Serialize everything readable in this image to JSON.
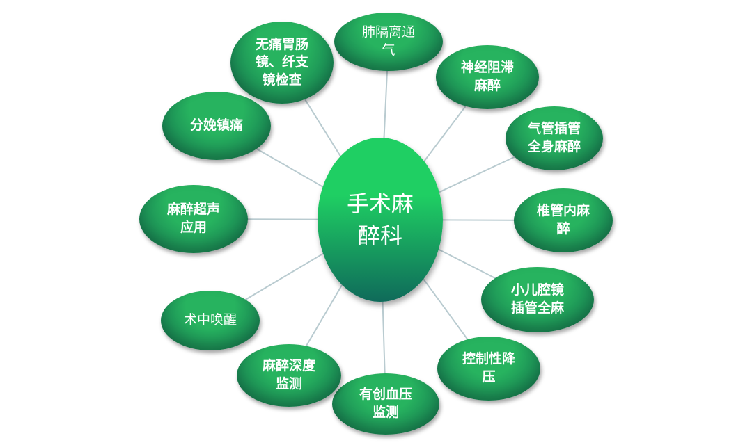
{
  "colors": {
    "node_top": "#27b35f",
    "node_bottom": "#116b4c",
    "center_top": "#1fcf63",
    "center_bottom": "#0f6a5a",
    "connector": "#b9cbd0"
  },
  "center": {
    "label": "手术麻\n醉科"
  },
  "nodes": [
    {
      "label": "肺隔离通\n气",
      "weight": "light"
    },
    {
      "label": "神经阻滞\n麻醉",
      "weight": "bold"
    },
    {
      "label": "气管插管\n全身麻醉",
      "weight": "bold"
    },
    {
      "label": "椎管内麻\n醉",
      "weight": "bold"
    },
    {
      "label": "小儿腔镜\n插管全麻",
      "weight": "bold"
    },
    {
      "label": "控制性降\n压",
      "weight": "bold"
    },
    {
      "label": "有创血压\n监测",
      "weight": "bold"
    },
    {
      "label": "麻醉深度\n监测",
      "weight": "bold"
    },
    {
      "label": "术中唤醒",
      "weight": "light"
    },
    {
      "label": "麻醉超声\n应用",
      "weight": "bold"
    },
    {
      "label": "分娩镇痛",
      "weight": "bold"
    },
    {
      "label": "无痛胃肠\n镜、纤支\n镜检查",
      "weight": "bold"
    }
  ]
}
